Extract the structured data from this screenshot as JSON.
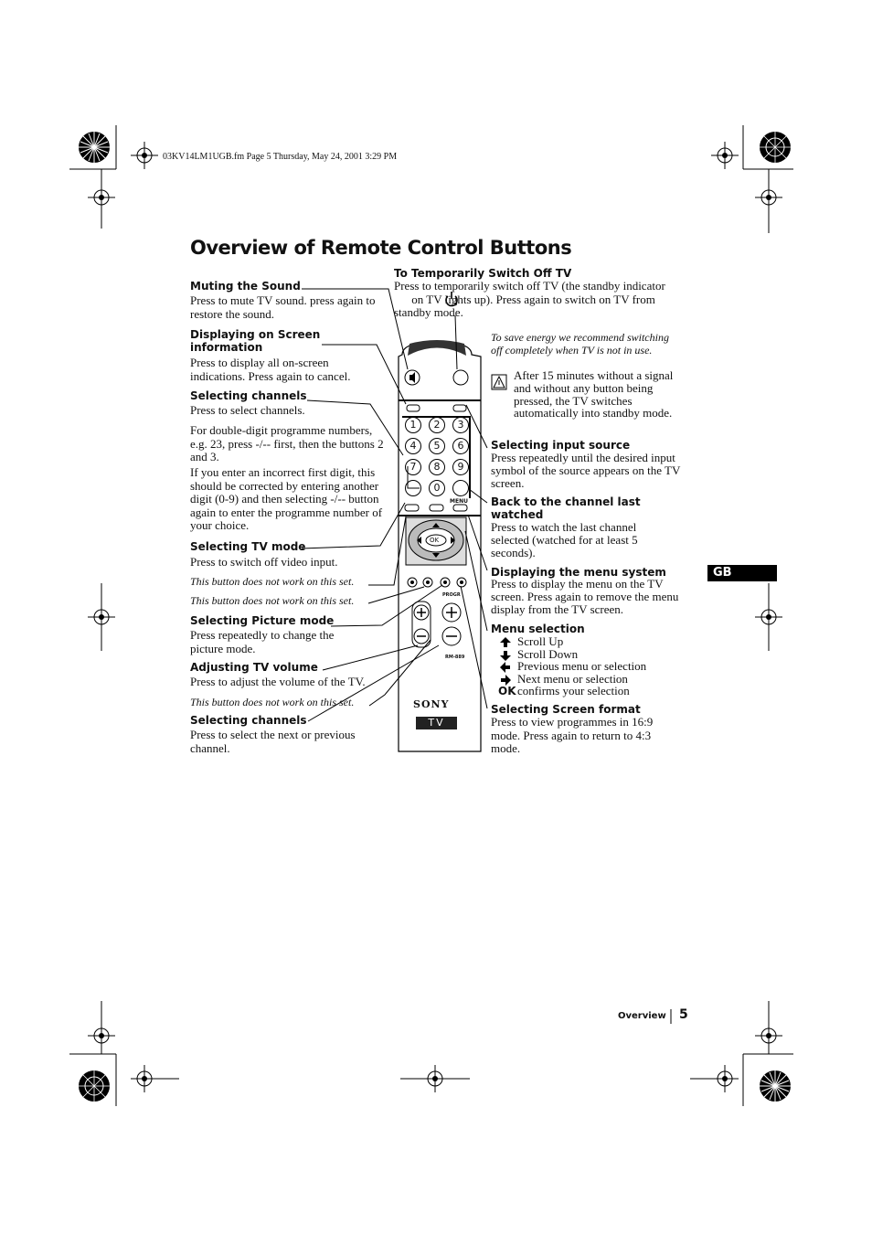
{
  "header": {
    "file_info": "03KV14LM1UGB.fm  Page 5  Thursday, May 24, 2001  3:29 PM"
  },
  "title": "Overview of Remote Control Buttons",
  "language_tab": "GB",
  "left_column": {
    "muting": {
      "heading": "Muting the Sound",
      "text": "Press to mute TV sound. press again to restore the sound."
    },
    "display_info": {
      "heading": "Displaying on Screen information",
      "text": "Press to display all on-screen indications. Press again to cancel."
    },
    "select_channels": {
      "heading": "Selecting channels",
      "text1": "Press to select channels.",
      "text2": "For double-digit programme numbers, e.g. 23, press -/-- first, then the buttons 2 and 3.",
      "text3": "If you enter an incorrect first digit, this should be corrected by entering another digit (0-9) and then selecting -/-- button again to enter the programme number of your choice."
    },
    "tv_mode": {
      "heading": "Selecting TV mode",
      "text": "Press to switch off video input."
    },
    "note1": "This button does not work on this set.",
    "note2": "This button does not work on this set.",
    "picture_mode": {
      "heading": "Selecting Picture mode",
      "text": "Press repeatedly to change the picture mode."
    },
    "volume": {
      "heading": "Adjusting TV volume",
      "text": "Press to adjust the volume of the TV."
    },
    "note3": "This button does not work on this set.",
    "next_channels": {
      "heading": "Selecting channels",
      "text": "Press to select the next or previous channel."
    }
  },
  "right_column": {
    "standby": {
      "heading": "To Temporarily Switch Off TV",
      "text_a": "Press to temporarily switch off TV (the standby indicator",
      "text_b": "on TV lights up). Press again to switch on TV from standby mode."
    },
    "energy_note": "To save energy we recommend switching off completely when TV is not in use.",
    "warning": "After 15 minutes without a signal and without any button being pressed, the TV switches automatically into standby mode.",
    "input_source": {
      "heading": "Selecting input source",
      "text": "Press repeatedly until the desired input symbol of the source appears on the TV screen."
    },
    "last_channel": {
      "heading": "Back to the channel last watched",
      "text": "Press to watch the last channel selected (watched for at least 5 seconds)."
    },
    "menu_system": {
      "heading": "Displaying the menu system",
      "text": "Press to display the menu on the TV screen. Press again to remove the menu display from the TV screen."
    },
    "menu_selection": {
      "heading": "Menu selection",
      "items": [
        "Scroll Up",
        "Scroll Down",
        "Previous menu or selection",
        "Next menu or selection"
      ],
      "ok_label": "OK",
      "ok_text": "confirms your selection"
    },
    "screen_format": {
      "heading": "Selecting Screen format",
      "text": "Press to view programmes in 16:9 mode. Press again to return to 4:3 mode."
    }
  },
  "remote": {
    "digits": [
      "1",
      "2",
      "3",
      "4",
      "5",
      "6",
      "7",
      "8",
      "9",
      "0"
    ],
    "menu_label": "MENU",
    "ok_label": "OK",
    "progr_label": "PROGR",
    "model_label": "RM-889",
    "brand": "SONY",
    "tv_label": "TV"
  },
  "footer": {
    "section": "Overview",
    "page": "5"
  }
}
